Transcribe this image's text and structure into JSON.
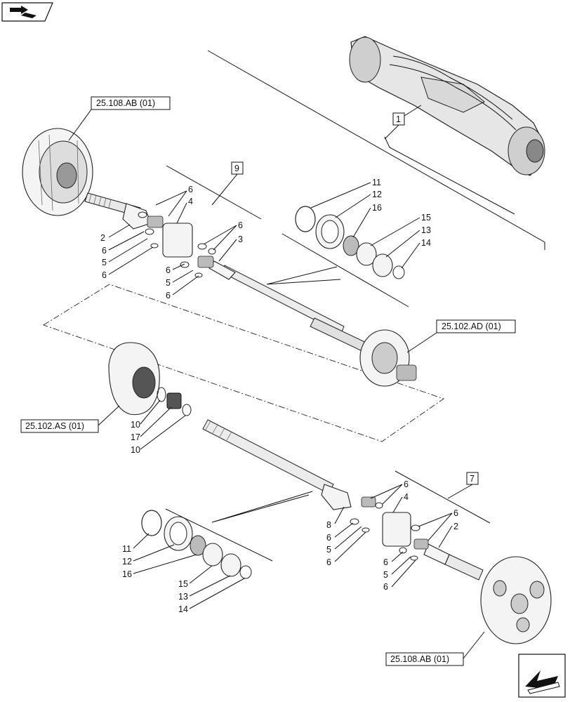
{
  "refs": {
    "top_left": "25.108.AB (01)",
    "center_right": "25.102.AD (01)",
    "left_mid": "25.102.AS (01)",
    "bottom_right": "25.108.AB (01)"
  },
  "boxed": {
    "b1": "1",
    "b9": "9",
    "b7": "7"
  },
  "labels": {
    "t6a": "6",
    "t4a": "4",
    "t2a": "2",
    "t6b": "6",
    "t5a": "5",
    "t6c": "6",
    "t6d": "6",
    "t3": "3",
    "t6e": "6",
    "t5b": "5",
    "t6f": "6",
    "t11": "11",
    "t12": "12",
    "t16": "16",
    "t15": "15",
    "t13": "13",
    "t14": "14",
    "m10a": "10",
    "m17": "17",
    "m10b": "10",
    "b6a": "6",
    "b4": "4",
    "b8": "8",
    "b6b": "6",
    "b5a": "5",
    "b6c": "6",
    "b6d": "6",
    "b2": "2",
    "b6e": "6",
    "b5b": "5",
    "b6f": "6",
    "b11": "11",
    "b12": "12",
    "b16": "16",
    "b15": "15",
    "b13": "13",
    "b14": "14"
  },
  "icons": {
    "top_left": "book-arrow-icon",
    "bottom_right": "next-page-arrow-icon"
  }
}
